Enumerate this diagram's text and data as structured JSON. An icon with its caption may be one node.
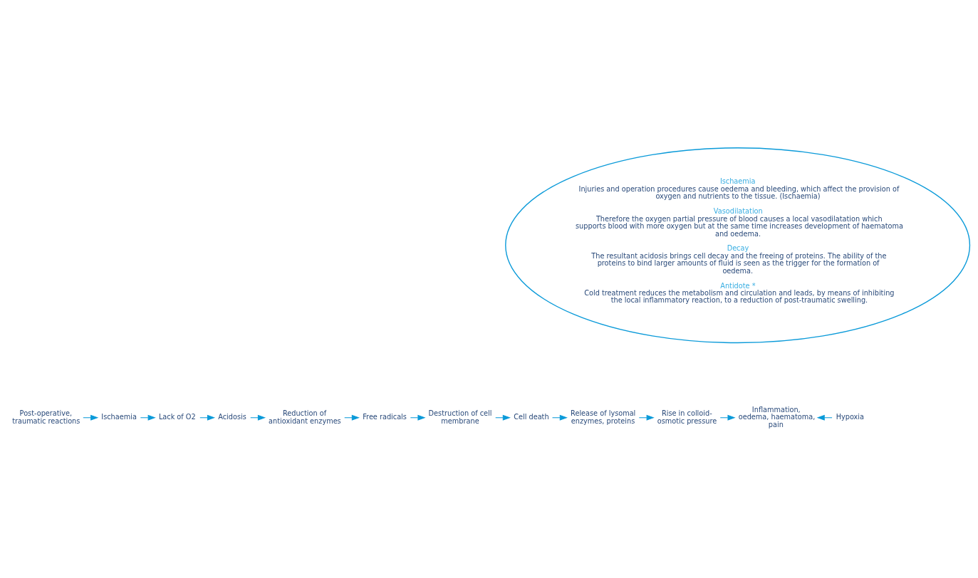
{
  "diagram": {
    "nodes": [
      {
        "text": [
          "Ischaemia",
          "Injuries and operation procedures cause oedema and bleeding, which affect the provision of oxygen and nutrients to the tissue. (Ischaemia)",
          "Vasodilatation",
          "Therefore the oxygen partial pressure of blood causes a local vasodilatation which supports blood with more oxygen but at the same time increases development of haematoma and oedema.",
          "Decay",
          "The resultant acidosis brings cell decay and the freeing of proteins. The ability of the proteins to bind larger amounts of fluid is seen as the trigger for the formation of oedema.",
          "Antidote *",
          "Cold treatment reduces the metabolism and circulation and leads, by means of inhibiting the local inflammatory reaction, to a reduction of post-traumatic swelling."
        ]
      },
      {
        "text": [
          "Post-operative, traumatic reactions"
        ]
      },
      {
        "text": [
          "Ischaemia"
        ]
      },
      {
        "text": [
          "Lack of O2"
        ]
      },
      {
        "text": [
          "Acidosis"
        ]
      },
      {
        "text": [
          "Reduction of antioxidant enzymes"
        ]
      },
      {
        "text": [
          "Free radicals"
        ]
      },
      {
        "text": [
          "Destruction of cell membrane"
        ]
      },
      {
        "text": [
          "Cell death"
        ]
      },
      {
        "text": [
          "Release of lysomal enzymes, proteins"
        ]
      },
      {
        "text": [
          "Rise in colloid-osmotic pressure"
        ]
      },
      {
        "text": [
          "Inflammation, oedema, haematoma, pain"
        ]
      },
      {
        "text": [
          "Hypoxia"
        ]
      }
    ],
    "edges": [
      {
        "from": 1,
        "to": 2,
        "arrow": "to"
      },
      {
        "from": 2,
        "to": 3,
        "arrow": "to"
      },
      {
        "from": 3,
        "to": 4,
        "arrow": "to"
      },
      {
        "from": 4,
        "to": 5,
        "arrow": "to"
      },
      {
        "from": 5,
        "to": 6,
        "arrow": "to"
      },
      {
        "from": 6,
        "to": 7,
        "arrow": "to"
      },
      {
        "from": 7,
        "to": 8,
        "arrow": "to"
      },
      {
        "from": 8,
        "to": 9,
        "arrow": "to"
      },
      {
        "from": 9,
        "to": 10,
        "arrow": "to"
      },
      {
        "from": 10,
        "to": 11,
        "arrow": "to"
      },
      {
        "from": 12,
        "to": 11,
        "arrow": "to"
      }
    ]
  }
}
